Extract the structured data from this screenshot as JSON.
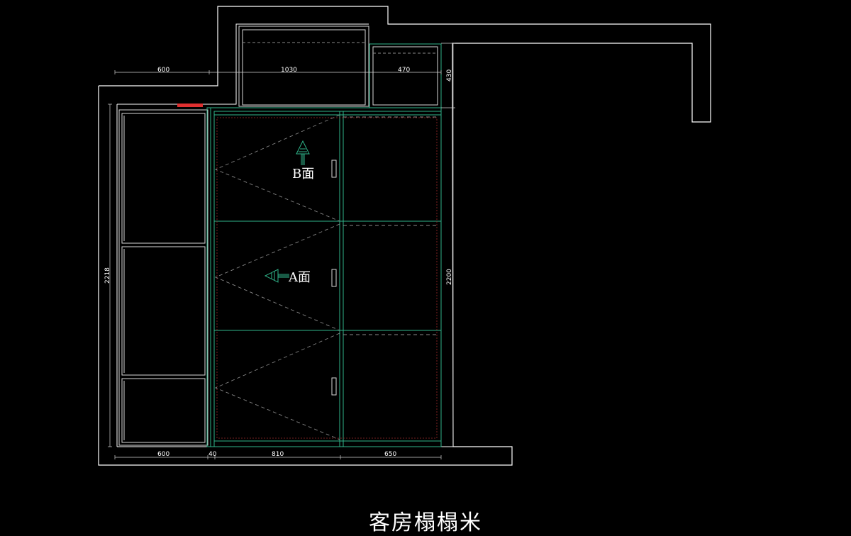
{
  "title": "客房榻榻米",
  "dimensions": {
    "top_left_width": "600",
    "top_middle_width": "1030",
    "top_right_width": "470",
    "top_height": "430",
    "left_height": "2218",
    "right_height": "2200",
    "bottom_left_width": "600",
    "bottom_gap": "40",
    "bottom_middle_width": "810",
    "bottom_right_width": "650"
  },
  "view_labels": {
    "b_face": "B面",
    "a_face": "A面"
  },
  "colors": {
    "background": "#000000",
    "wall": "#ffffff",
    "cabinet": "#2fb58a",
    "hidden_line": "#8a8a8a",
    "red_marker": "#e03030",
    "dashed_red": "#9b2a2a"
  }
}
